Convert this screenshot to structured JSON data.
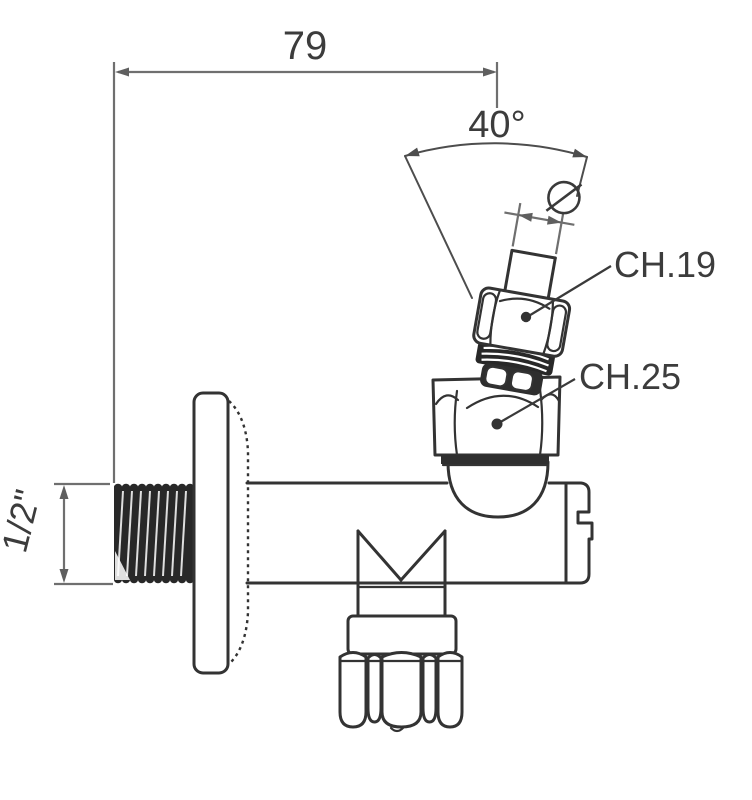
{
  "diagram": {
    "type": "technical-drawing",
    "subject": "Angle valve with 40-degree swivel union, dimensioned line drawing",
    "labels": {
      "width_dim": "79",
      "angle_dim": "40°",
      "diameter_symbol": "Ø",
      "hex_small": "CH.19",
      "hex_large": "CH.25",
      "thread_size": "1/2\""
    },
    "colors": {
      "background": "#ffffff",
      "outline": "#333333",
      "dimension_lines": "#6f6f6f",
      "angle_lines": "#4d4d4d",
      "thread_fill": "#282828",
      "text": "#3c3c3c"
    }
  }
}
